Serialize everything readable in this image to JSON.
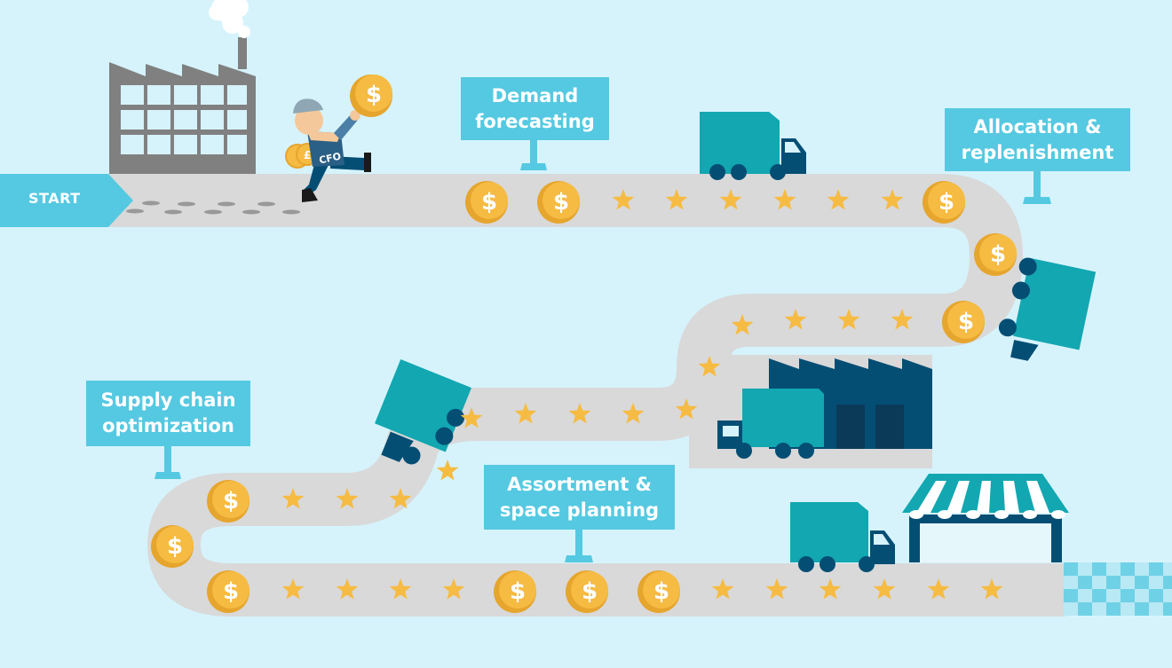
{
  "start_label": "START",
  "steps": [
    {
      "id": "demand",
      "line1": "Demand",
      "line2": "forecasting"
    },
    {
      "id": "allocation",
      "line1": "Allocation &",
      "line2": "replenishment"
    },
    {
      "id": "supply",
      "line1": "Supply chain",
      "line2": "optimization"
    },
    {
      "id": "assortment",
      "line1": "Assortment &",
      "line2": "space planning"
    }
  ],
  "character": {
    "badge": "CFO",
    "coin_symbol": "$",
    "small_coin_symbol": "£"
  },
  "coin_symbol": "$",
  "colors": {
    "background": "#d6f3fc",
    "road": "#d9d9d9",
    "label": "#55c9e1",
    "truck": "#12a7b1",
    "navy": "#044e74",
    "coin": "#f6bb42",
    "star": "#f6bb42",
    "factory": "#808080"
  }
}
